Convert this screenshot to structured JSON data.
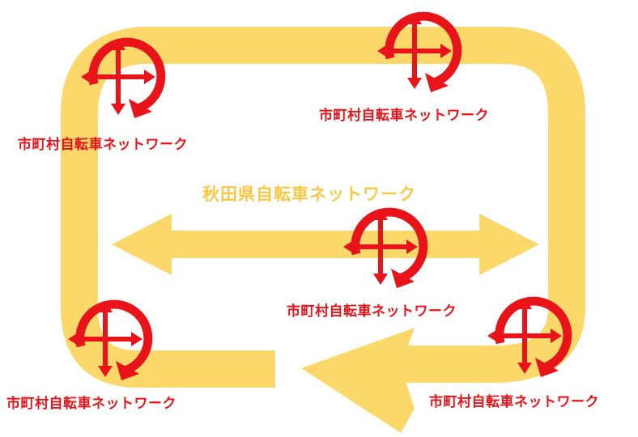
{
  "title": "秋田県自転車ネットワーク",
  "colors": {
    "loop": "#fcd86b",
    "title": "#f9c846",
    "icon": "#e8141a",
    "label": "#e8141a"
  },
  "icon_name": "municipal-network-icon",
  "nodes": [
    {
      "id": "top-left",
      "label": "市町村自転車ネットワーク"
    },
    {
      "id": "top-right",
      "label": "市町村自転車ネットワーク"
    },
    {
      "id": "center",
      "label": "市町村自転車ネットワーク"
    },
    {
      "id": "bottom-left",
      "label": "市町村自転車ネットワーク"
    },
    {
      "id": "bottom-right",
      "label": "市町村自転車ネットワーク"
    }
  ]
}
